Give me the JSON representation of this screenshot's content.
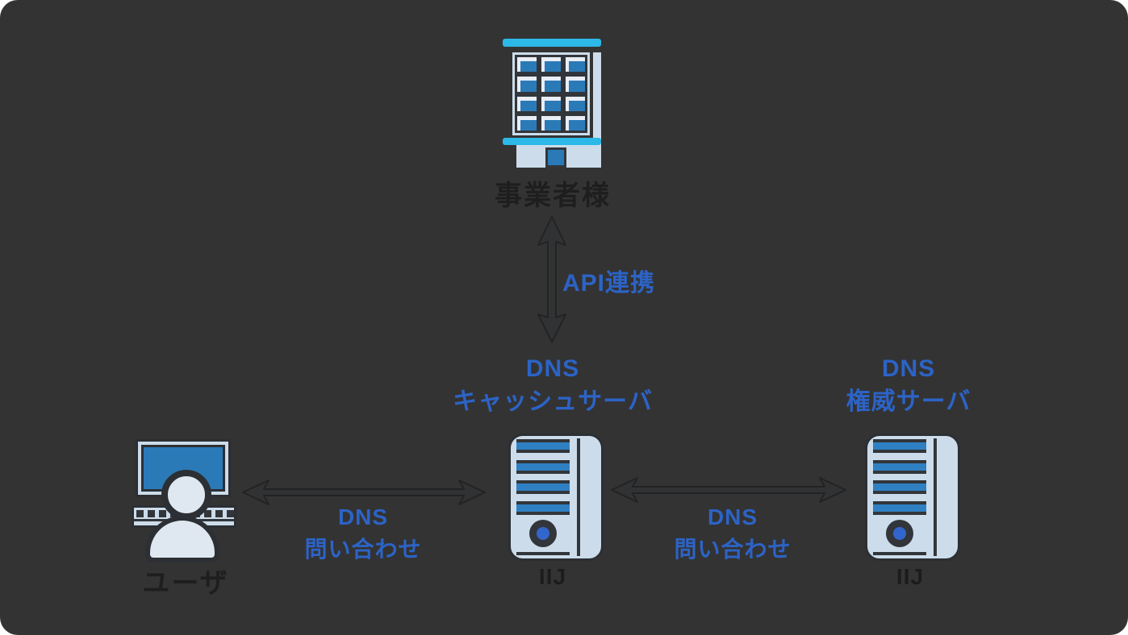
{
  "diagram": {
    "background_color": "#333333",
    "accent_blue": "#2c63c6",
    "icon_colors": {
      "cyan_bar": "#2cb9e8",
      "light_fill": "#ccdcea",
      "blue_fill": "#2b7ab8",
      "stripe_blue": "#2f80c3",
      "power_dot_blue": "#3366cc",
      "dark_outline": "#32363a",
      "dark_label_text": "#1e1e1e"
    },
    "nodes": {
      "business": {
        "label": "事業者様",
        "icon": "office-building-icon"
      },
      "user": {
        "label": "ユーザ",
        "icon": "user-at-computer-icon"
      },
      "cache_server": {
        "name_line1": "DNS",
        "name_line2": "キャッシュサーバ",
        "brand": "IIJ",
        "icon": "server-icon"
      },
      "auth_server": {
        "name_line1": "DNS",
        "name_line2": "権威サーバ",
        "brand": "IIJ",
        "icon": "server-icon"
      }
    },
    "edges": {
      "api_link": {
        "label": "API連携",
        "type": "vertical-double-arrow",
        "between": [
          "business",
          "cache_server"
        ]
      },
      "user_query": {
        "label_line1": "DNS",
        "label_line2": "問い合わせ",
        "type": "horizontal-double-arrow",
        "between": [
          "user",
          "cache_server"
        ]
      },
      "recursive_query": {
        "label_line1": "DNS",
        "label_line2": "問い合わせ",
        "type": "horizontal-double-arrow",
        "between": [
          "cache_server",
          "auth_server"
        ]
      }
    }
  }
}
